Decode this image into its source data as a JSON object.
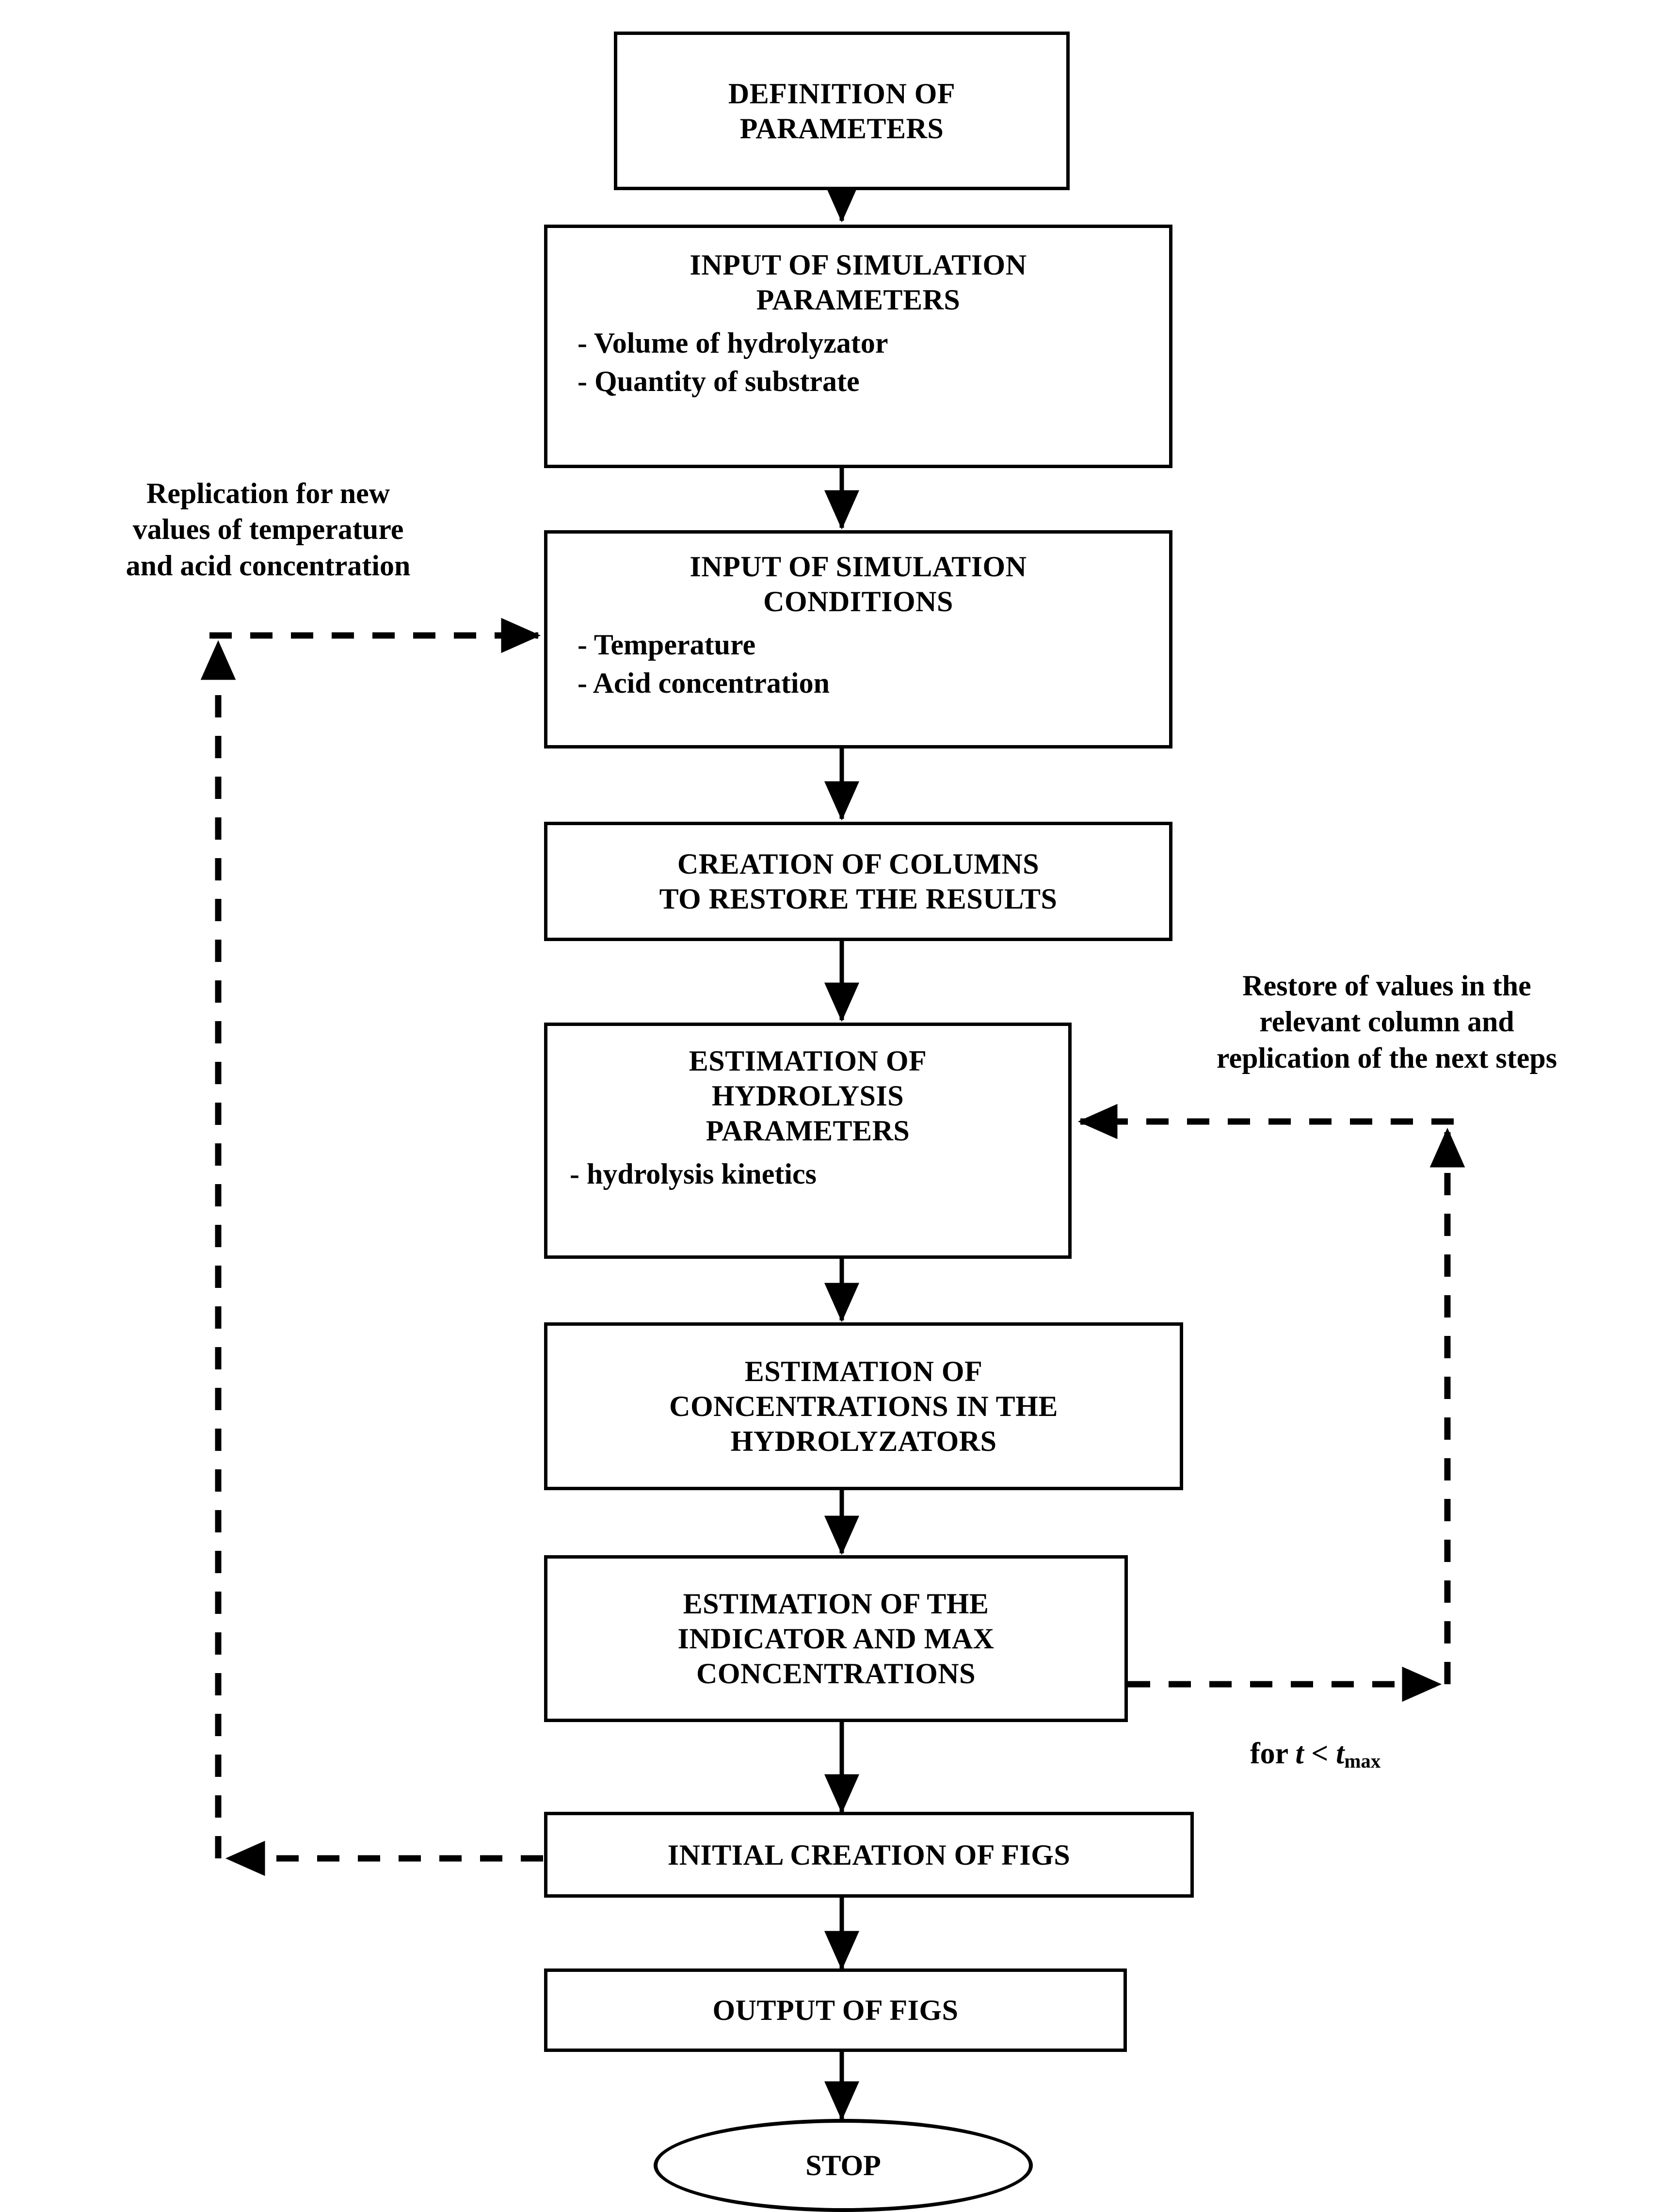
{
  "diagram": {
    "type": "flowchart",
    "title": "Simulation algorithm flowchart for acid hydrolysis",
    "nodes": [
      {
        "id": "definition-of-parameters",
        "shape": "process",
        "title": "DEFINITION OF\nPARAMETERS",
        "bullets": []
      },
      {
        "id": "input-of-simulation-parameters",
        "shape": "process",
        "title": "INPUT OF SIMULATION\nPARAMETERS",
        "bullets": [
          "- Volume of hydrolyzator",
          "- Quantity of substrate"
        ]
      },
      {
        "id": "input-of-simulation-conditions",
        "shape": "process",
        "title": "INPUT OF SIMULATION\nCONDITIONS",
        "bullets": [
          "- Temperature",
          "- Acid concentration"
        ]
      },
      {
        "id": "creation-of-columns",
        "shape": "process",
        "title": "CREATION OF COLUMNS\nTO RESTORE THE RESULTS",
        "bullets": []
      },
      {
        "id": "estimation-of-hydrolysis-parameters",
        "shape": "process",
        "title": "ESTIMATION OF\nHYDROLYSIS\nPARAMETERS",
        "bullets": [
          "- hydrolysis kinetics"
        ]
      },
      {
        "id": "estimation-of-concentrations",
        "shape": "process",
        "title": "ESTIMATION OF\nCONCENTRATIONS IN THE\nHYDROLYZATORS",
        "bullets": []
      },
      {
        "id": "estimation-of-indicator",
        "shape": "process",
        "title": "ESTIMATION OF THE\nINDICATOR AND MAX\nCONCENTRATIONS",
        "bullets": []
      },
      {
        "id": "initial-creation-of-figs",
        "shape": "process",
        "title": "INITIAL CREATION OF FIGS",
        "bullets": []
      },
      {
        "id": "output-of-figs",
        "shape": "process",
        "title": "OUTPUT OF FIGS",
        "bullets": []
      },
      {
        "id": "stop",
        "shape": "terminator",
        "title": "STOP",
        "bullets": []
      }
    ],
    "annotations": {
      "left_loop": "Replication for new\nvalues of temperature\nand acid concentration",
      "right_loop": "Restore of values in the\nrelevant column and\nreplication of the next steps",
      "condition_prefix": "for ",
      "condition_var": "t",
      "condition_operator": " < ",
      "condition_limit_var": "t",
      "condition_limit_sub": "max"
    },
    "style": {
      "line_color": "#000000",
      "fill_color": "#ffffff",
      "background": "#ffffff"
    }
  }
}
